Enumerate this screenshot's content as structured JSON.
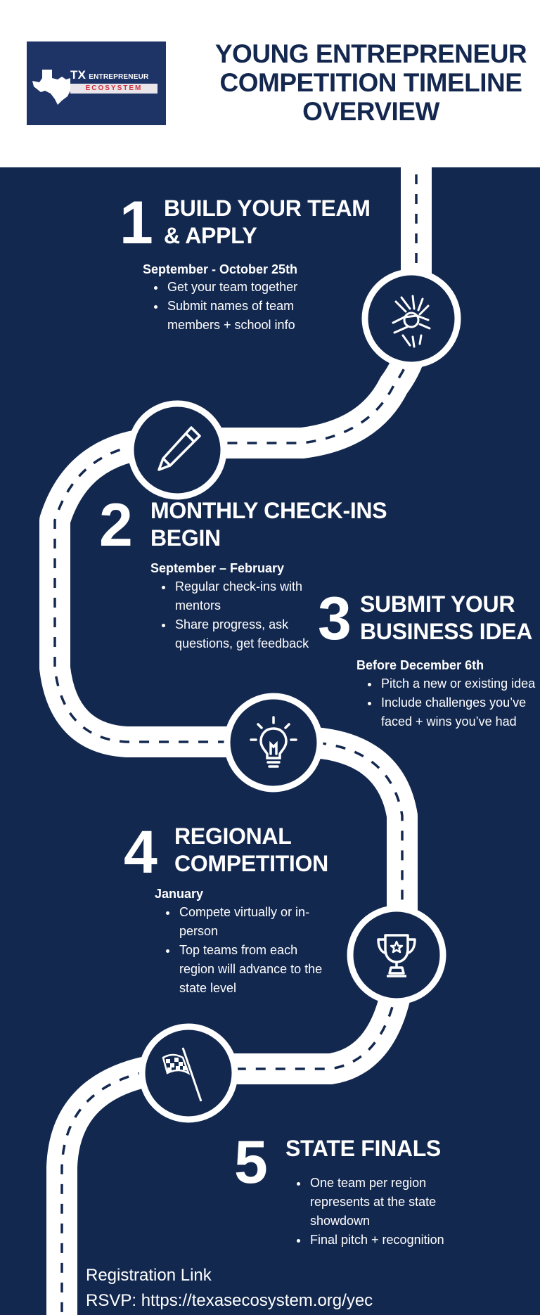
{
  "logo": {
    "line1_big": "TX",
    "line1_small": "ENTREPRENEUR",
    "line2": "ECOSYSTEM"
  },
  "title": [
    "YOUNG ENTREPRENEUR",
    "COMPETITION TIMELINE",
    "OVERVIEW"
  ],
  "steps": [
    {
      "num": "1",
      "heading": [
        "BUILD YOUR TEAM",
        "& APPLY"
      ],
      "date": "September - October 25th",
      "bullets": [
        "Get your team together",
        "Submit names of team members + school info"
      ],
      "icon": "team-hands-icon"
    },
    {
      "num": "2",
      "heading": [
        "MONTHLY CHECK-INS",
        "BEGIN"
      ],
      "date": "September – February",
      "bullets": [
        "Regular check-ins with mentors",
        "Share progress, ask questions, get feedback"
      ],
      "icon": "pencil-icon"
    },
    {
      "num": "3",
      "heading": [
        "SUBMIT YOUR",
        "BUSINESS IDEA"
      ],
      "date": "Before December 6th",
      "bullets": [
        "Pitch a new or existing idea",
        "Include challenges you’ve faced + wins you’ve had"
      ],
      "icon": "lightbulb-icon"
    },
    {
      "num": "4",
      "heading": [
        "REGIONAL",
        "COMPETITION"
      ],
      "date": "January",
      "bullets": [
        "Compete virtually or in-person",
        "Top teams from each region will advance to the state level"
      ],
      "icon": "trophy-icon"
    },
    {
      "num": "5",
      "heading": [
        "STATE FINALS"
      ],
      "date": "",
      "bullets": [
        "One team per region represents at the state showdown",
        "Final pitch + recognition"
      ],
      "icon": "checkered-flag-icon"
    }
  ],
  "registration": {
    "label": "Registration Link",
    "rsvp": "RSVP: https://texasecosystem.org/yec"
  },
  "colors": {
    "navy": "#13284f",
    "title": "#14284f",
    "logo_bg": "#1e3366",
    "logo_accent": "#d0323b",
    "road": "#ffffff"
  }
}
